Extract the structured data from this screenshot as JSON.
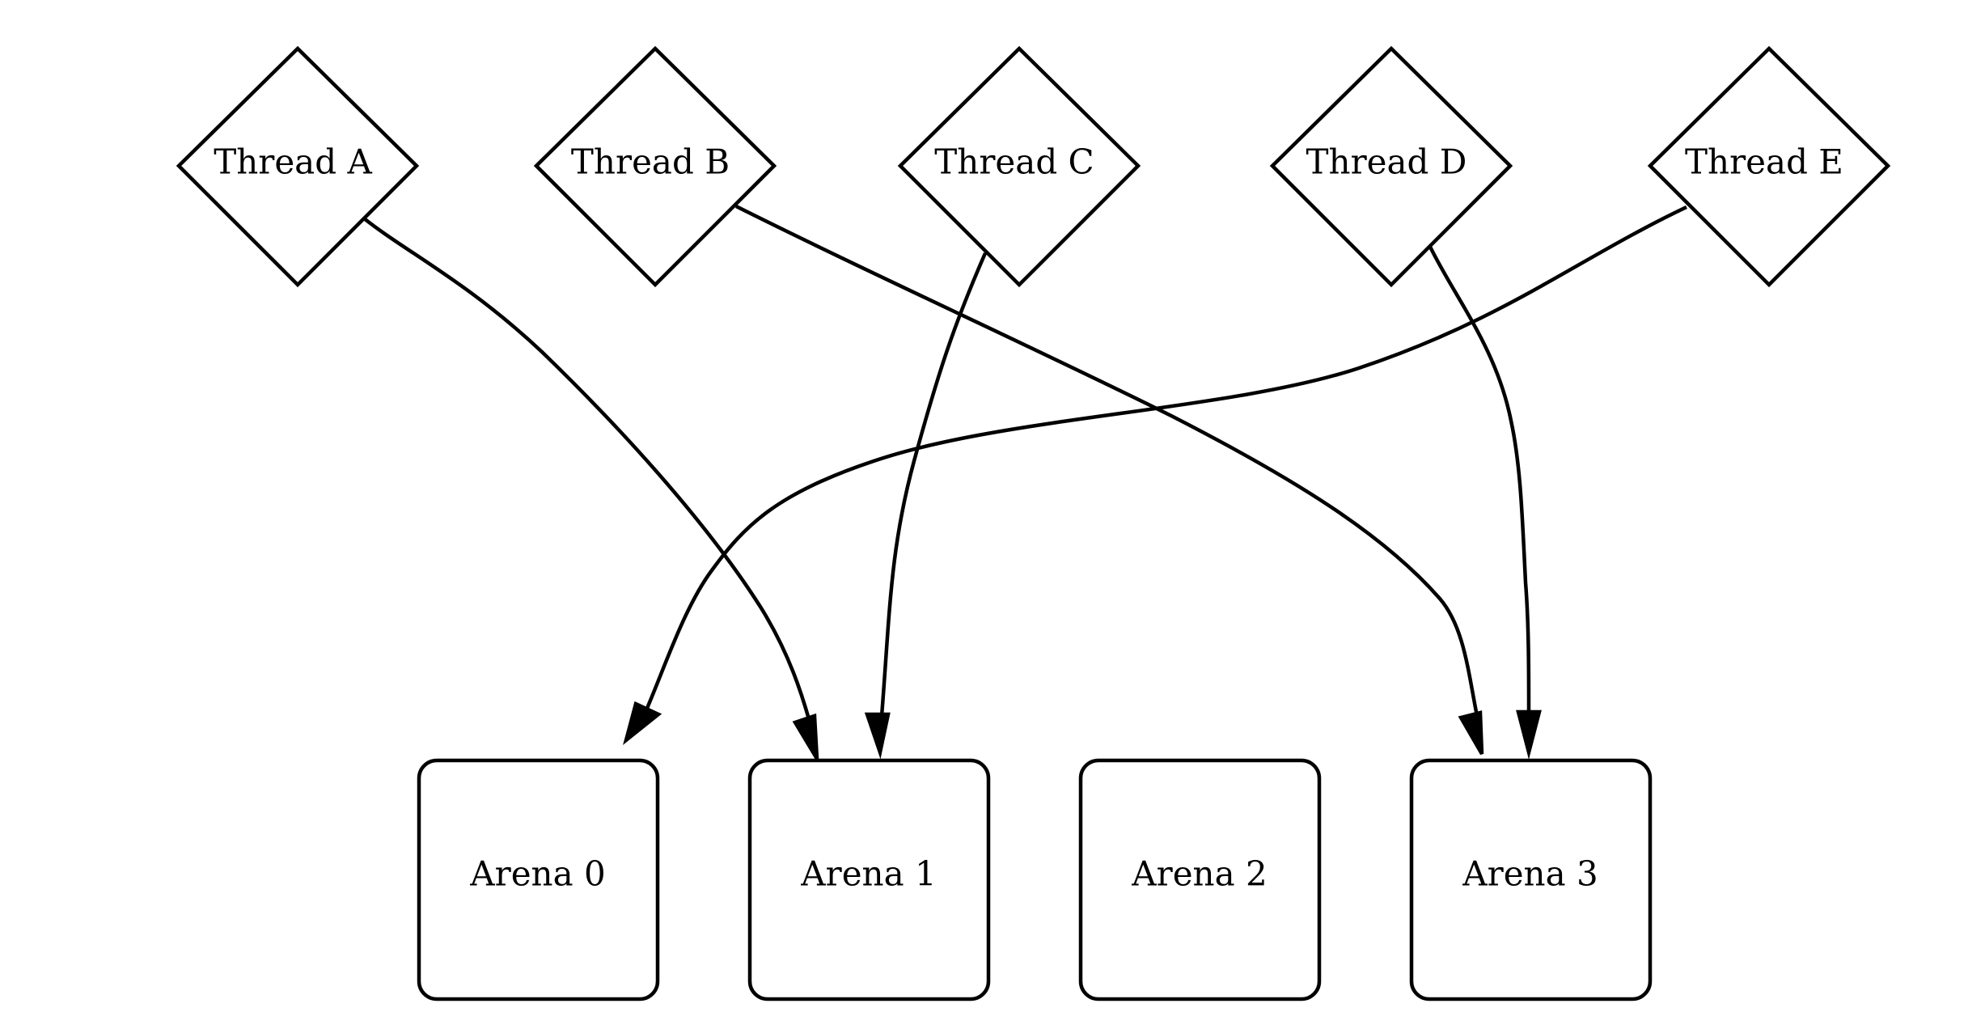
{
  "threads": [
    {
      "id": "a",
      "label": "Thread A"
    },
    {
      "id": "b",
      "label": "Thread B"
    },
    {
      "id": "c",
      "label": "Thread C"
    },
    {
      "id": "d",
      "label": "Thread D"
    },
    {
      "id": "e",
      "label": "Thread E"
    }
  ],
  "arenas": [
    {
      "id": "0",
      "label": "Arena 0"
    },
    {
      "id": "1",
      "label": "Arena 1"
    },
    {
      "id": "2",
      "label": "Arena 2"
    },
    {
      "id": "3",
      "label": "Arena 3"
    }
  ],
  "edges": [
    {
      "from": "Thread A",
      "to": "Arena 1"
    },
    {
      "from": "Thread B",
      "to": "Arena 3"
    },
    {
      "from": "Thread C",
      "to": "Arena 1"
    },
    {
      "from": "Thread D",
      "to": "Arena 3"
    },
    {
      "from": "Thread E",
      "to": "Arena 0"
    }
  ]
}
